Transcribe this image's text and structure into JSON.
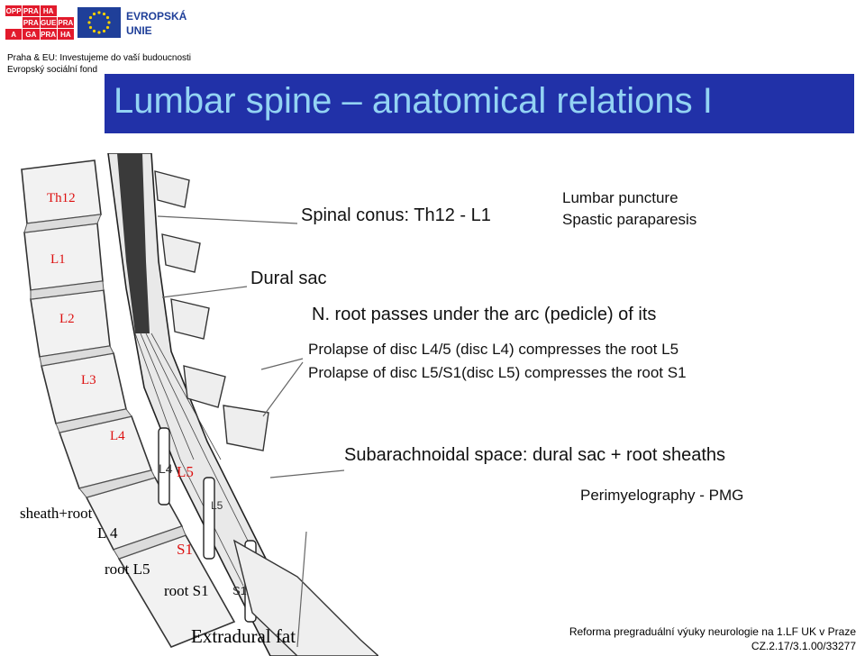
{
  "header": {
    "opp_letters": [
      "OPP",
      "A"
    ],
    "praha_cells": [
      "PRA",
      "HA",
      "PRA",
      "GUE",
      "PRA",
      "GA",
      "PRA",
      "HA"
    ],
    "eu_label_line1": "EVROPSKÁ",
    "eu_label_line2": "UNIE",
    "subtitle_line1": "Praha & EU: Investujeme do vaší budoucnosti",
    "subtitle_line2": "Evropský sociální fond"
  },
  "title": "Lumbar spine – anatomical relations I",
  "vertebra_labels": [
    "Th12",
    "L1",
    "L2",
    "L3",
    "L4",
    "L5",
    "S1"
  ],
  "diagram_labels": {
    "sheath_root": "sheath+root",
    "l4": "L 4",
    "root_l5": "root L5",
    "root_s1": "root S1",
    "extradural_fat": "Extradural fat",
    "inset_l4": "L4",
    "inset_l5": "L5",
    "inset_s1": "S1"
  },
  "annotations": {
    "spinal_conus": "Spinal conus: Th12 - L1",
    "lumbar_puncture": "Lumbar puncture",
    "spastic_paraparesis": "Spastic paraparesis",
    "dural_sac": "Dural sac",
    "root_passes": "N. root passes under the arc (pedicle) of its",
    "prolapse_l4": "Prolapse of disc L4/5 (disc L4) compresses the root L5",
    "prolapse_l5": "Prolapse of disc L5/S1(disc L5) compresses the root S1",
    "subarachnoidal": "Subarachnoidal space: dural sac + root sheaths",
    "perimyelography": "Perimyelography -  PMG"
  },
  "footer": {
    "line1": "Reforma pregraduální výuky neurologie na 1.LF UK v Praze",
    "line2": "CZ.2.17/3.1.00/33277"
  },
  "colors": {
    "title_bar": "#2131a8",
    "title_text": "#93d3f3",
    "vertebra_label": "#dd1111",
    "opp_red": "#e21a2c",
    "eu_blue": "#1f3f99"
  }
}
